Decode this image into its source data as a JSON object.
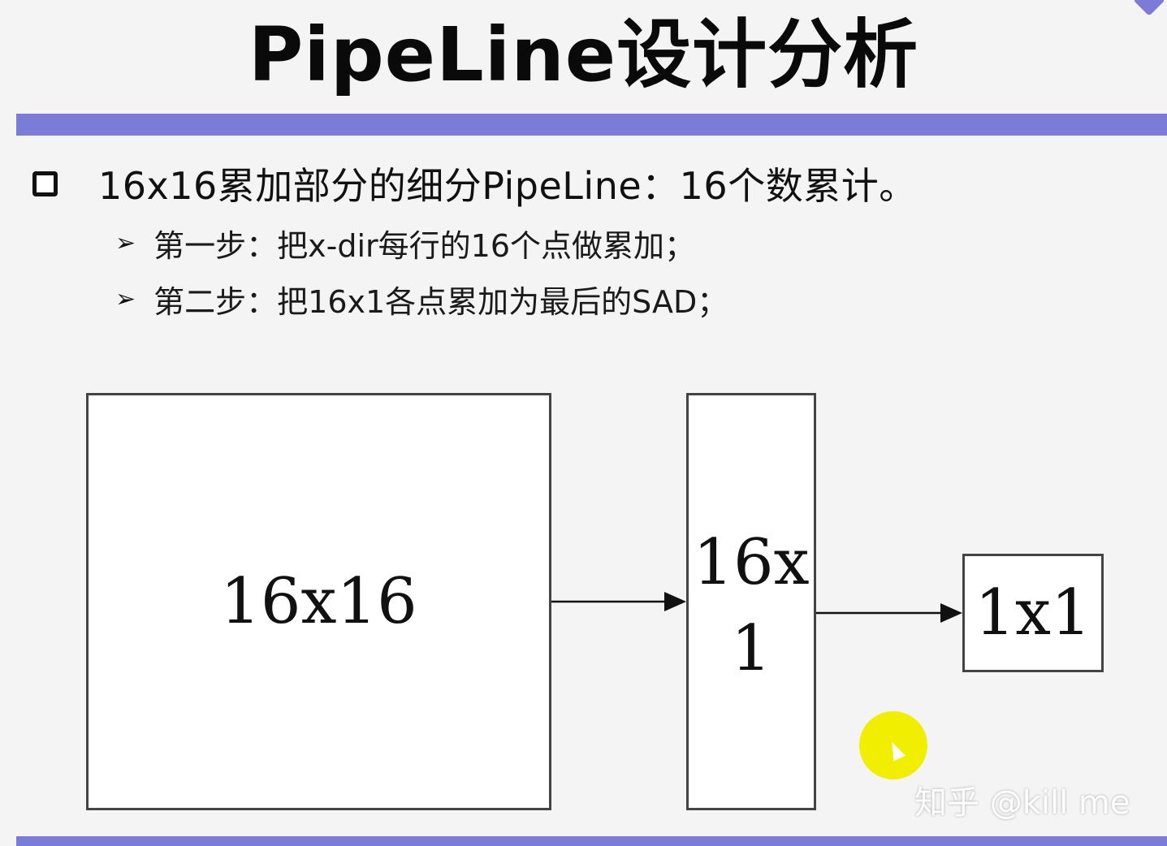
{
  "title": "PipeLine设计分析",
  "bullet": {
    "text": "16x16累加部分的细分PipeLine：16个数累计。",
    "sub_items": [
      {
        "marker": "➢",
        "text": "第一步：把x-dir每行的16个点做累加；"
      },
      {
        "marker": "➢",
        "text": "第二步：把16x1各点累加为最后的SAD；"
      }
    ]
  },
  "diagram": {
    "boxes": [
      {
        "label": "16x16"
      },
      {
        "label_line1": "16x",
        "label_line2": "1"
      },
      {
        "label": "1x1"
      }
    ]
  },
  "watermark": "知乎 @kill me",
  "colors": {
    "accent_bar": "#7b7bd8",
    "cursor_highlight": "#f2ee00"
  }
}
